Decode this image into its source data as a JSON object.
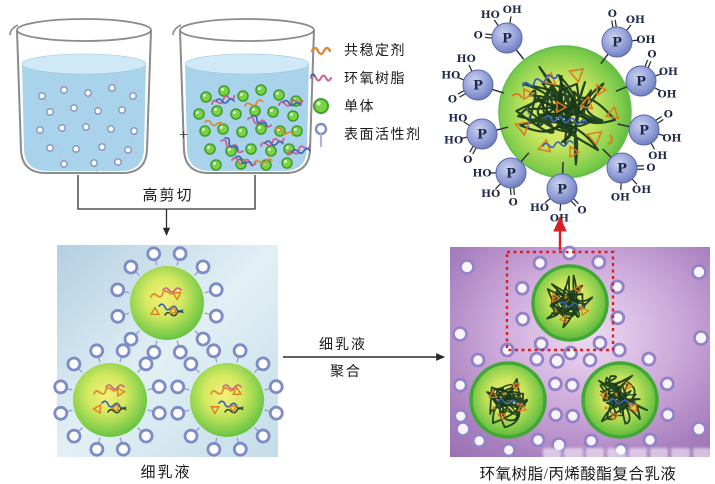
{
  "legend": {
    "items": [
      {
        "label": "共稳定剂",
        "icon": "costabilizer-squiggle"
      },
      {
        "label": "环氧树脂",
        "icon": "epoxy-resin-squiggle"
      },
      {
        "label": "单体",
        "icon": "monomer-circle"
      },
      {
        "label": "表面活性剂",
        "icon": "surfactant-lollipop"
      }
    ]
  },
  "labels": {
    "plus": "+",
    "high_shear": "高剪切",
    "miniemulsion_caption": "细乳液",
    "process_line1": "细乳液",
    "process_line2": "聚合",
    "composite_caption": "环氧树脂/丙烯酸酯复合乳液"
  },
  "particle_labels": {
    "phosphorus": "P",
    "oxygen": "O",
    "hydroxyl": "OH",
    "hydroxyl_reversed": "HO"
  },
  "colors": {
    "liquid": "#a9d3ea",
    "liquid_surface": "#cfe9f6",
    "beaker_outline": "#8b8b8b",
    "monomer_green": "#7bd343",
    "monomer_ring": "#3f9e2f",
    "epoxy_pink": "#cf5f8e",
    "epoxy_blue": "#3c63bc",
    "costabilizer_orange": "#dd8833",
    "surfactant_ring": "#7e8cc6",
    "box_blue_1": "#b3cfe2",
    "box_blue_2": "#e2f0f5",
    "box_blue_3": "#c3dce8",
    "box_purple_center": "#eedbf2",
    "box_purple_mid": "#cda9da",
    "box_purple_edge": "#9a70b1",
    "droplet_center": "#f6f078",
    "droplet_edge": "#54ba3e",
    "composite_rim": "#42a835",
    "tangle_green": "#16381a",
    "triangle_orange": "#e2761f",
    "phosphate_fill": "#8e9bd6",
    "phosphate_edge": "#5a6aaa",
    "phosphate_text": "#1f2a4a",
    "red_accent": "#d81f26",
    "arrow_black": "#2a2a2a"
  }
}
